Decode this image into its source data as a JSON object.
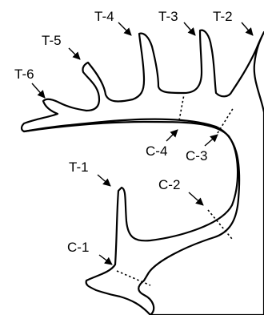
{
  "labels": {
    "t1": "T-1",
    "t2": "T-2",
    "t3": "T-3",
    "t4": "T-4",
    "t5": "T-5",
    "t6": "T-6",
    "c1": "C-1",
    "c2": "C-2",
    "c3": "C-3",
    "c4": "C-4"
  }
}
